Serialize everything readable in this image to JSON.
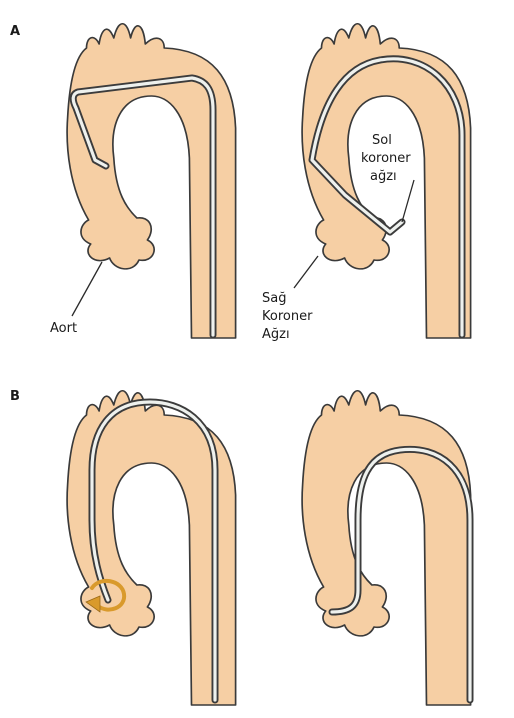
{
  "panels": [
    {
      "letter": "A"
    },
    {
      "letter": "B"
    }
  ],
  "labels": {
    "aort": "Aort",
    "sol_koroner": [
      "Sol",
      "koroner",
      "ağzı"
    ],
    "sag_koroner": [
      "Sağ",
      "Koroner",
      "Ağzı"
    ]
  },
  "colors": {
    "aorta_fill": "#f6cfa4",
    "outline": "#3a3a3a",
    "rotation_arrow": "#d99a2c"
  },
  "icons": {
    "rotation": "curved-rotation-arrow-icon"
  }
}
